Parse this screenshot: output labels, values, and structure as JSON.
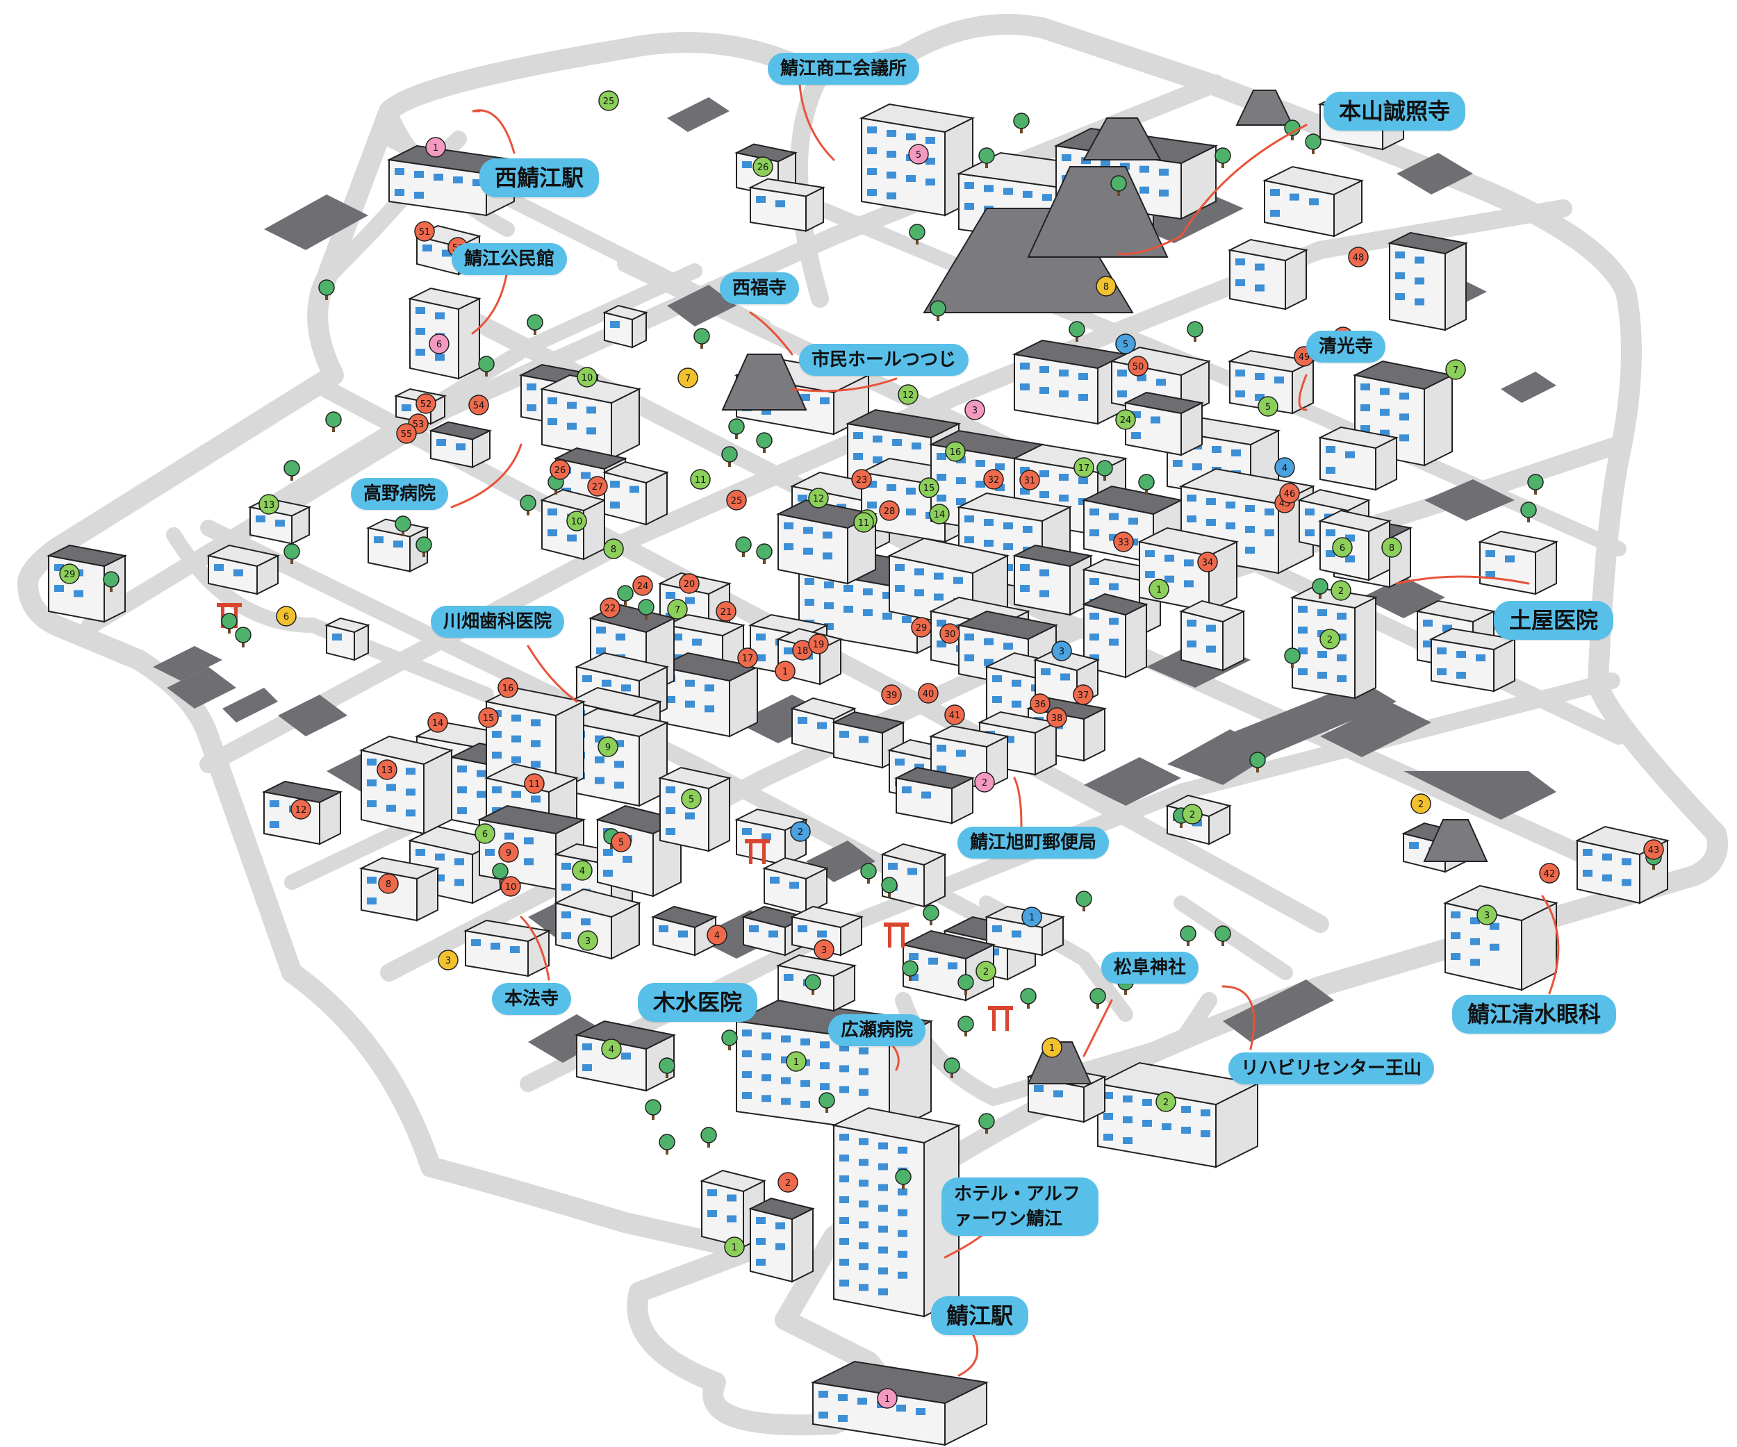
{
  "colors": {
    "road": "#d9d9d9",
    "lot": "#6f6f73",
    "label_bg": "#58bfe9",
    "badge_red": "#ef6a4c",
    "badge_green": "#8ccf5a",
    "badge_blue": "#4aa3e0",
    "badge_pink": "#f49ac1",
    "badge_yellow": "#f2c12e",
    "roof": "#6d6d72",
    "window": "#3d8fd6",
    "tree": "#4fb26a",
    "arrow": "#e8533a"
  },
  "labels": {
    "nishi_sabae_station": "西鯖江駅",
    "sabae_shoko": "鯖江商工会議所",
    "honzan_joshoji": "本山誠照寺",
    "sabae_kominkan": "鯖江公民館",
    "saifukuji": "西福寺",
    "shimin_hall": "市民ホールつつじ",
    "seikoji": "清光寺",
    "takano_hospital": "高野病院",
    "tsuchiya_clinic": "土屋医院",
    "kawabata_dental": "川畑歯科医院",
    "asahimachi_post": "鯖江旭町郵便局",
    "matsumine_shrine": "松阜神社",
    "honpoji": "本法寺",
    "kisui_clinic": "木水医院",
    "hirose_hospital": "広瀬病院",
    "rehab_center": "リハビリセンター王山",
    "shimizu_eye": "鯖江清水眼科",
    "hotel_alpha": "ホテル・アルファーワン鯖江",
    "sabae_station": "鯖江駅"
  },
  "markers": [
    {
      "id": "m01",
      "n": "1",
      "c": "pink"
    },
    {
      "id": "m02",
      "n": "5",
      "c": "pink"
    },
    {
      "id": "m03",
      "n": "6",
      "c": "pink"
    },
    {
      "id": "m04",
      "n": "3",
      "c": "pink"
    },
    {
      "id": "m05",
      "n": "1",
      "c": "pink"
    },
    {
      "id": "m06",
      "n": "2",
      "c": "pink"
    },
    {
      "id": "m07",
      "n": "25",
      "c": "green"
    },
    {
      "id": "m08",
      "n": "26",
      "c": "green"
    },
    {
      "id": "m09",
      "n": "10",
      "c": "green"
    },
    {
      "id": "m10",
      "n": "11",
      "c": "green"
    },
    {
      "id": "m11",
      "n": "12",
      "c": "green"
    },
    {
      "id": "m12",
      "n": "16",
      "c": "green"
    },
    {
      "id": "m13",
      "n": "15",
      "c": "green"
    },
    {
      "id": "m14",
      "n": "14",
      "c": "green"
    },
    {
      "id": "m15",
      "n": "13",
      "c": "green"
    },
    {
      "id": "m16",
      "n": "12",
      "c": "green"
    },
    {
      "id": "m17",
      "n": "11",
      "c": "green"
    },
    {
      "id": "m18",
      "n": "10",
      "c": "green"
    },
    {
      "id": "m19",
      "n": "8",
      "c": "green"
    },
    {
      "id": "m20",
      "n": "7",
      "c": "green"
    },
    {
      "id": "m21",
      "n": "9",
      "c": "green"
    },
    {
      "id": "m22",
      "n": "5",
      "c": "green"
    },
    {
      "id": "m23",
      "n": "6",
      "c": "green"
    },
    {
      "id": "m24",
      "n": "4",
      "c": "green"
    },
    {
      "id": "m25",
      "n": "3",
      "c": "green"
    },
    {
      "id": "m26",
      "n": "2",
      "c": "green"
    },
    {
      "id": "m27",
      "n": "1",
      "c": "green"
    },
    {
      "id": "m28",
      "n": "4",
      "c": "green"
    },
    {
      "id": "m29",
      "n": "1",
      "c": "green"
    },
    {
      "id": "m30",
      "n": "2",
      "c": "green"
    },
    {
      "id": "m31",
      "n": "3",
      "c": "green"
    },
    {
      "id": "m32",
      "n": "2",
      "c": "green"
    },
    {
      "id": "m33",
      "n": "7",
      "c": "green"
    },
    {
      "id": "m34",
      "n": "8",
      "c": "green"
    },
    {
      "id": "m35",
      "n": "6",
      "c": "green"
    },
    {
      "id": "m36",
      "n": "5",
      "c": "green"
    },
    {
      "id": "m37",
      "n": "2",
      "c": "green"
    },
    {
      "id": "m38",
      "n": "13",
      "c": "green"
    },
    {
      "id": "m39",
      "n": "29",
      "c": "green"
    },
    {
      "id": "m40",
      "n": "24",
      "c": "green"
    },
    {
      "id": "m41",
      "n": "17",
      "c": "green"
    },
    {
      "id": "m42",
      "n": "1",
      "c": "green"
    },
    {
      "id": "m43",
      "n": "2",
      "c": "green"
    },
    {
      "id": "m44",
      "n": "12",
      "c": "red"
    },
    {
      "id": "m45",
      "n": "13",
      "c": "red"
    },
    {
      "id": "m46",
      "n": "14",
      "c": "red"
    },
    {
      "id": "m47",
      "n": "15",
      "c": "red"
    },
    {
      "id": "m48",
      "n": "16",
      "c": "red"
    },
    {
      "id": "m49",
      "n": "11",
      "c": "red"
    },
    {
      "id": "m50",
      "n": "8",
      "c": "red"
    },
    {
      "id": "m51",
      "n": "9",
      "c": "red"
    },
    {
      "id": "m52",
      "n": "10",
      "c": "red"
    },
    {
      "id": "m53",
      "n": "5",
      "c": "red"
    },
    {
      "id": "m54",
      "n": "4",
      "c": "red"
    },
    {
      "id": "m55",
      "n": "3",
      "c": "red"
    },
    {
      "id": "m56",
      "n": "2",
      "c": "red"
    },
    {
      "id": "m57",
      "n": "1",
      "c": "red"
    },
    {
      "id": "m58",
      "n": "17",
      "c": "red"
    },
    {
      "id": "m59",
      "n": "18",
      "c": "red"
    },
    {
      "id": "m60",
      "n": "19",
      "c": "red"
    },
    {
      "id": "m61",
      "n": "20",
      "c": "red"
    },
    {
      "id": "m62",
      "n": "21",
      "c": "red"
    },
    {
      "id": "m63",
      "n": "22",
      "c": "red"
    },
    {
      "id": "m64",
      "n": "23",
      "c": "red"
    },
    {
      "id": "m65",
      "n": "24",
      "c": "red"
    },
    {
      "id": "m66",
      "n": "25",
      "c": "red"
    },
    {
      "id": "m67",
      "n": "26",
      "c": "red"
    },
    {
      "id": "m68",
      "n": "27",
      "c": "red"
    },
    {
      "id": "m69",
      "n": "28",
      "c": "red"
    },
    {
      "id": "m70",
      "n": "29",
      "c": "red"
    },
    {
      "id": "m71",
      "n": "30",
      "c": "red"
    },
    {
      "id": "m72",
      "n": "31",
      "c": "red"
    },
    {
      "id": "m73",
      "n": "32",
      "c": "red"
    },
    {
      "id": "m74",
      "n": "33",
      "c": "red"
    },
    {
      "id": "m75",
      "n": "34",
      "c": "red"
    },
    {
      "id": "m76",
      "n": "36",
      "c": "red"
    },
    {
      "id": "m77",
      "n": "37",
      "c": "red"
    },
    {
      "id": "m78",
      "n": "38",
      "c": "red"
    },
    {
      "id": "m79",
      "n": "39",
      "c": "red"
    },
    {
      "id": "m80",
      "n": "40",
      "c": "red"
    },
    {
      "id": "m81",
      "n": "41",
      "c": "red"
    },
    {
      "id": "m82",
      "n": "42",
      "c": "red"
    },
    {
      "id": "m83",
      "n": "43",
      "c": "red"
    },
    {
      "id": "m84",
      "n": "44",
      "c": "red"
    },
    {
      "id": "m85",
      "n": "45",
      "c": "red"
    },
    {
      "id": "m86",
      "n": "46",
      "c": "red"
    },
    {
      "id": "m87",
      "n": "47",
      "c": "red"
    },
    {
      "id": "m88",
      "n": "48",
      "c": "red"
    },
    {
      "id": "m89",
      "n": "49",
      "c": "red"
    },
    {
      "id": "m90",
      "n": "50",
      "c": "red"
    },
    {
      "id": "m91",
      "n": "51",
      "c": "red"
    },
    {
      "id": "m92",
      "n": "52",
      "c": "red"
    },
    {
      "id": "m93",
      "n": "53",
      "c": "red"
    },
    {
      "id": "m94",
      "n": "54",
      "c": "red"
    },
    {
      "id": "m95",
      "n": "55",
      "c": "red"
    },
    {
      "id": "m96",
      "n": "56",
      "c": "red"
    },
    {
      "id": "m97",
      "n": "1",
      "c": "blue"
    },
    {
      "id": "m98",
      "n": "2",
      "c": "blue"
    },
    {
      "id": "m99",
      "n": "3",
      "c": "blue"
    },
    {
      "id": "m100",
      "n": "4",
      "c": "blue"
    },
    {
      "id": "m101",
      "n": "5",
      "c": "blue"
    },
    {
      "id": "m102",
      "n": "1",
      "c": "yellow"
    },
    {
      "id": "m103",
      "n": "2",
      "c": "yellow"
    },
    {
      "id": "m104",
      "n": "3",
      "c": "yellow"
    },
    {
      "id": "m105",
      "n": "6",
      "c": "yellow"
    },
    {
      "id": "m106",
      "n": "7",
      "c": "yellow"
    },
    {
      "id": "m107",
      "n": "8",
      "c": "yellow"
    }
  ]
}
